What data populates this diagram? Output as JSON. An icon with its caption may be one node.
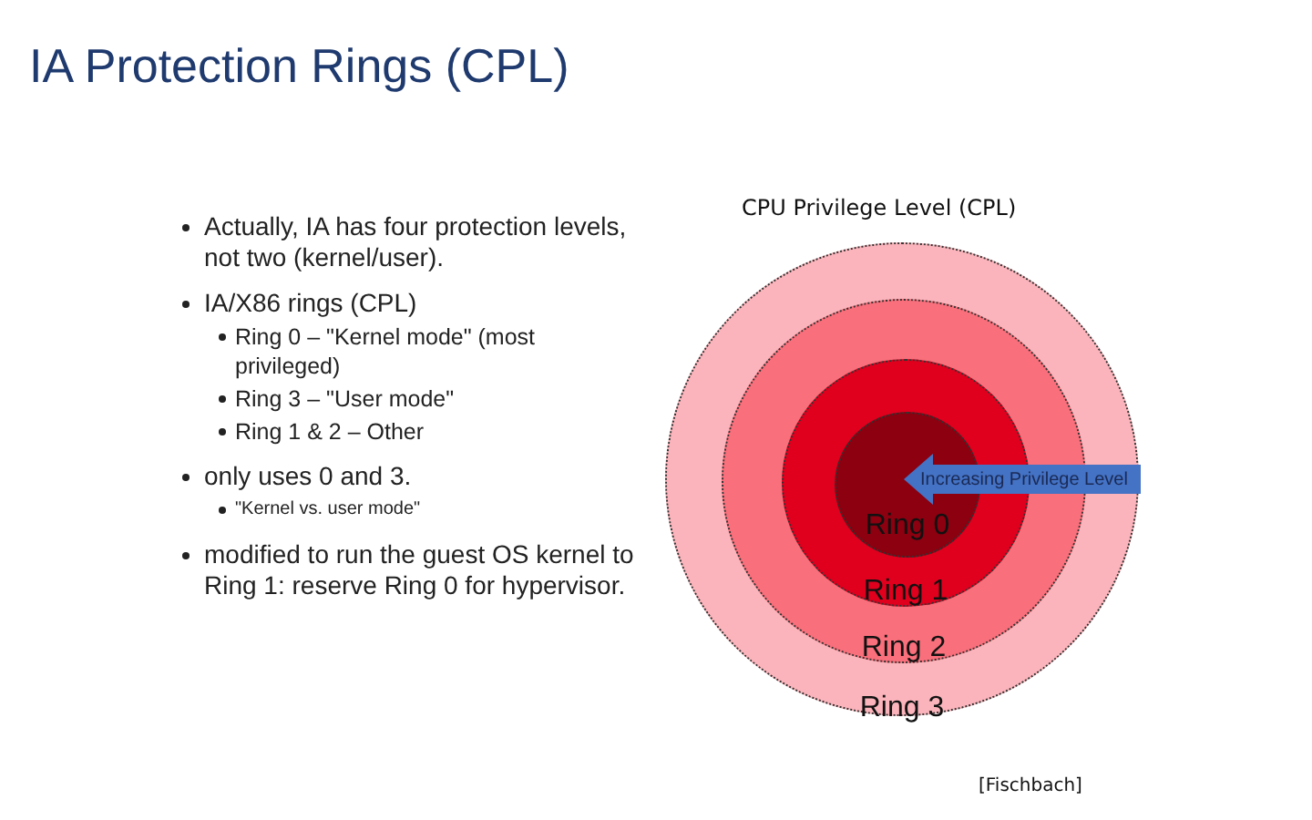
{
  "diagram": {
    "title": "IA Protection Rings (CPL)",
    "nodes": [
      {
        "text": [
          "Ring 3"
        ]
      },
      {
        "text": [
          "Ring 2"
        ],
        "in": 0
      },
      {
        "text": [
          "Ring 1"
        ],
        "in": 1
      },
      {
        "text": [
          "Ring 0"
        ],
        "in": 2
      }
    ],
    "edges": [],
    "labels": [
      "Actually, IA has four protection levels, not two (kernel/user).",
      "IA/X86 rings (CPL)",
      "Ring 0 – \"Kernel mode\" (most privileged)",
      "Ring 3 – \"User mode\"",
      "Ring 1 & 2 – Other",
      "only uses 0 and 3.",
      "\"Kernel vs. user mode\"",
      "modified to run the guest OS kernel to Ring 1: reserve Ring 0 for hypervisor.",
      "CPU Privilege Level (CPL)",
      "Increasing Privilege Level",
      "[Fischbach]"
    ]
  }
}
